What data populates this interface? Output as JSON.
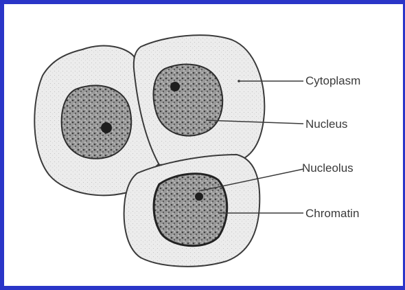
{
  "diagram": {
    "labels": {
      "cytoplasm": "Cytoplasm",
      "nucleus": "Nucleus",
      "nucleolus": "Nucleolus",
      "chromatin": "Chromatin"
    },
    "colors": {
      "frame": "#2a35c8",
      "cytoplasm_fill": "#ececec",
      "nucleus_fill": "#8c8c8c",
      "outline": "#3a3a3a"
    }
  }
}
